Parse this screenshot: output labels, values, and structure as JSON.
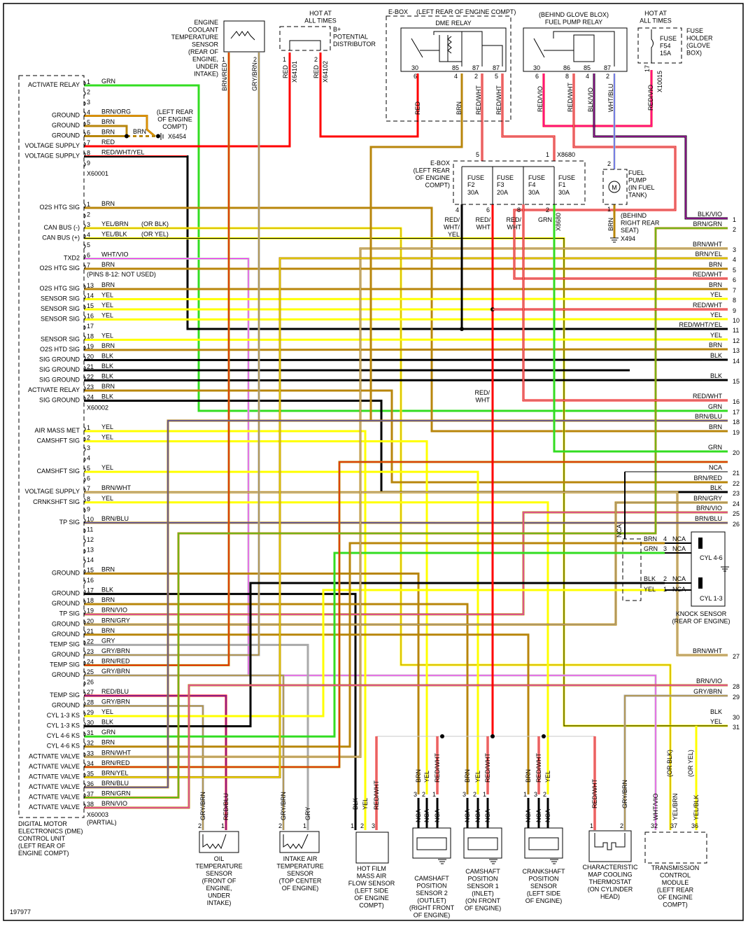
{
  "figure_id": "197977",
  "wire_colors": {
    "GRN": "#33dd22",
    "BRN": "#b8860b",
    "RED": "#ff0000",
    "YEL": "#ffff00",
    "BLK": "#000000",
    "BLU": "#2233ff",
    "VIO": "#ff22ff",
    "WHT": "#c8c8c8",
    "GRY": "#aaaaaa",
    "ORG": "#ff9900"
  },
  "ecu": {
    "label": [
      "DIGITAL MOTOR",
      "ELECTRONICS (DME)",
      "CONTROL UNIT",
      "(LEFT REAR OF",
      "ENGINE COMPT)"
    ]
  },
  "connectors": [
    {
      "id": "X60001",
      "pins": [
        {
          "n": "1",
          "func": "ACTIVATE RELAY",
          "wire": "GRN"
        },
        {
          "n": "2",
          "func": "",
          "wire": ""
        },
        {
          "n": "3",
          "func": "",
          "wire": ""
        },
        {
          "n": "4",
          "func": "GROUND",
          "wire": "BRN/ORG"
        },
        {
          "n": "5",
          "func": "GROUND",
          "wire": "BRN"
        },
        {
          "n": "6",
          "func": "GROUND",
          "wire": "BRN"
        },
        {
          "n": "7",
          "func": "VOLTAGE SUPPLY",
          "wire": "RED"
        },
        {
          "n": "8",
          "func": "VOLTAGE SUPPLY",
          "wire": "RED/WHT/YEL"
        },
        {
          "n": "9",
          "func": "",
          "wire": ""
        }
      ]
    },
    {
      "id": "X60002",
      "note": "(PINS 8-12: NOT USED)",
      "pins": [
        {
          "n": "1",
          "func": "O2S HTG SIG",
          "wire": "BRN"
        },
        {
          "n": "2",
          "func": "",
          "wire": ""
        },
        {
          "n": "3",
          "func": "CAN BUS (-)",
          "wire": "YEL/BRN",
          "alt": "(OR BLK)"
        },
        {
          "n": "4",
          "func": "CAN BUS (+)",
          "wire": "YEL/BLK",
          "alt": "(OR YEL)"
        },
        {
          "n": "5",
          "func": "",
          "wire": ""
        },
        {
          "n": "6",
          "func": "TXD2",
          "wire": "WHT/VIO"
        },
        {
          "n": "7",
          "func": "O2S HTG SIG",
          "wire": "BRN"
        },
        {
          "n": "13",
          "func": "O2S HTG SIG",
          "wire": "BRN"
        },
        {
          "n": "14",
          "func": "SENSOR SIG",
          "wire": "YEL"
        },
        {
          "n": "15",
          "func": "SENSOR SIG",
          "wire": "YEL"
        },
        {
          "n": "16",
          "func": "SENSOR SIG",
          "wire": "YEL"
        },
        {
          "n": "17",
          "func": "",
          "wire": ""
        },
        {
          "n": "18",
          "func": "SENSOR SIG",
          "wire": "YEL"
        },
        {
          "n": "19",
          "func": "O2S HTD SIG",
          "wire": "BRN"
        },
        {
          "n": "20",
          "func": "SIG GROUND",
          "wire": "BLK"
        },
        {
          "n": "21",
          "func": "SIG GROUND",
          "wire": "BLK"
        },
        {
          "n": "22",
          "func": "SIG GROUND",
          "wire": "BLK"
        },
        {
          "n": "23",
          "func": "ACTIVATE RELAY",
          "wire": "BRN"
        },
        {
          "n": "24",
          "func": "SIG GROUND",
          "wire": "BLK"
        }
      ]
    },
    {
      "id": "X60003",
      "suffix": "(PARTIAL)",
      "pins": [
        {
          "n": "1",
          "func": "AIR MASS MET",
          "wire": "YEL"
        },
        {
          "n": "2",
          "func": "CAMSHFT SIG",
          "wire": "YEL"
        },
        {
          "n": "3",
          "func": "",
          "wire": ""
        },
        {
          "n": "4",
          "func": "",
          "wire": ""
        },
        {
          "n": "5",
          "func": "CAMSHFT SIG",
          "wire": "YEL"
        },
        {
          "n": "6",
          "func": "",
          "wire": ""
        },
        {
          "n": "7",
          "func": "VOLTAGE SUPPLY",
          "wire": "BRN/WHT"
        },
        {
          "n": "8",
          "func": "CRNKSHFT SIG",
          "wire": "YEL"
        },
        {
          "n": "9",
          "func": "",
          "wire": ""
        },
        {
          "n": "10",
          "func": "TP SIG",
          "wire": "BRN/BLU"
        },
        {
          "n": "11",
          "func": "",
          "wire": ""
        },
        {
          "n": "12",
          "func": "",
          "wire": ""
        },
        {
          "n": "13",
          "func": "",
          "wire": ""
        },
        {
          "n": "14",
          "func": "",
          "wire": ""
        },
        {
          "n": "15",
          "func": "GROUND",
          "wire": "BRN"
        },
        {
          "n": "16",
          "func": "",
          "wire": ""
        },
        {
          "n": "17",
          "func": "GROUND",
          "wire": "BLK"
        },
        {
          "n": "18",
          "func": "GROUND",
          "wire": "BRN"
        },
        {
          "n": "19",
          "func": "TP SIG",
          "wire": "BRN/VIO"
        },
        {
          "n": "20",
          "func": "GROUND",
          "wire": "BRN/GRY"
        },
        {
          "n": "21",
          "func": "GROUND",
          "wire": "BRN"
        },
        {
          "n": "22",
          "func": "TEMP SIG",
          "wire": "GRY"
        },
        {
          "n": "23",
          "func": "GROUND",
          "wire": "GRY/BRN"
        },
        {
          "n": "24",
          "func": "TEMP SIG",
          "wire": "BRN/RED"
        },
        {
          "n": "25",
          "func": "GROUND",
          "wire": "GRY/BRN"
        },
        {
          "n": "26",
          "func": "",
          "wire": ""
        },
        {
          "n": "27",
          "func": "TEMP SIG",
          "wire": "RED/BLU"
        },
        {
          "n": "28",
          "func": "GROUND",
          "wire": "GRY/BRN"
        },
        {
          "n": "29",
          "func": "CYL 1-3 KS",
          "wire": "YEL"
        },
        {
          "n": "30",
          "func": "CYL 1-3 KS",
          "wire": "BLK"
        },
        {
          "n": "31",
          "func": "CYL 4-6 KS",
          "wire": "GRN"
        },
        {
          "n": "32",
          "func": "CYL 4-6 KS",
          "wire": "BRN"
        },
        {
          "n": "33",
          "func": "ACTIVATE VALVE",
          "wire": "BRN/WHT"
        },
        {
          "n": "34",
          "func": "ACTIVATE VALVE",
          "wire": "BRN/RED"
        },
        {
          "n": "35",
          "func": "ACTIVATE VALVE",
          "wire": "BRN/YEL"
        },
        {
          "n": "36",
          "func": "ACTIVATE VALVE",
          "wire": "BRN/BLU"
        },
        {
          "n": "37",
          "func": "ACTIVATE VALVE",
          "wire": "BRN/GRN"
        },
        {
          "n": "38",
          "func": "ACTIVATE VALVE",
          "wire": "BRN/VIO"
        }
      ]
    }
  ],
  "right_pins": [
    {
      "n": "1",
      "wire": "BLK/VIO"
    },
    {
      "n": "2",
      "wire": "BRN/GRN"
    },
    {
      "n": "3",
      "wire": "BRN/WHT"
    },
    {
      "n": "4",
      "wire": "BRN/YEL"
    },
    {
      "n": "5",
      "wire": "BRN"
    },
    {
      "n": "6",
      "wire": "RED/WHT"
    },
    {
      "n": "7",
      "wire": "BRN"
    },
    {
      "n": "8",
      "wire": "YEL"
    },
    {
      "n": "9",
      "wire": "RED/WHT"
    },
    {
      "n": "10",
      "wire": "YEL"
    },
    {
      "n": "11",
      "wire": "RED/WHT/YEL"
    },
    {
      "n": "12",
      "wire": "YEL"
    },
    {
      "n": "13",
      "wire": "BRN"
    },
    {
      "n": "14",
      "wire": "BLK"
    },
    {
      "n": "15",
      "wire": "BLK"
    },
    {
      "n": "16",
      "wire": "RED/WHT"
    },
    {
      "n": "17",
      "wire": "GRN"
    },
    {
      "n": "18",
      "wire": "BRN/BLU"
    },
    {
      "n": "19",
      "wire": "BRN"
    },
    {
      "n": "20",
      "wire": "GRN"
    },
    {
      "n": "21",
      "wire": "NCA"
    },
    {
      "n": "22",
      "wire": "BRN/RED"
    },
    {
      "n": "23",
      "wire": "BLK"
    },
    {
      "n": "24",
      "wire": "BRN/GRY"
    },
    {
      "n": "25",
      "wire": "BRN/VIO"
    },
    {
      "n": "26",
      "wire": "BRN/BLU"
    },
    {
      "n": "27",
      "wire": "BRN/WHT"
    },
    {
      "n": "28",
      "wire": "BRN/VIO"
    },
    {
      "n": "29",
      "wire": "GRY/BRN"
    },
    {
      "n": "30",
      "wire": "BLK"
    },
    {
      "n": "31",
      "wire": "YEL"
    }
  ],
  "components": {
    "ground_x6454": {
      "label": [
        "(LEFT REAR",
        "OF ENGINE",
        "COMPT)"
      ],
      "id": "X6454",
      "wire": "BRN"
    },
    "ect": {
      "label": [
        "ENGINE",
        "COOLANT",
        "TEMPERATURE",
        "SENSOR",
        "(REAR OF",
        "ENGINE,",
        "UNDER",
        "INTAKE)"
      ],
      "pins": [
        "1",
        "2"
      ],
      "wires": [
        "BRN/RED",
        "GRY/BRN"
      ]
    },
    "distributor": {
      "hot": [
        "HOT AT",
        "ALL TIMES"
      ],
      "label": [
        "B+",
        "POTENTIAL",
        "DISTRIBUTOR"
      ],
      "pins": [
        "1",
        "2"
      ],
      "ids": [
        "X64101",
        "X64102"
      ],
      "wires": [
        "RED",
        "RED"
      ]
    },
    "dme_relay": {
      "box": "E-BOX",
      "location": "(LEFT REAR OF ENGINE COMPT)",
      "title": "DME RELAY",
      "terminals": [
        "30",
        "85",
        "87",
        "87"
      ],
      "pins": [
        "6",
        "4",
        "2",
        "5"
      ],
      "wires": [
        "RED",
        "BRN",
        "RED/WHT",
        "RED/WHT"
      ]
    },
    "fuel_pump_relay": {
      "title": [
        "(BEHIND GLOVE BLOX)",
        "FUEL PUMP RELAY"
      ],
      "terminals": [
        "30",
        "86",
        "85",
        "87"
      ],
      "pins": [
        "6",
        "8",
        "4",
        "2"
      ],
      "wires": [
        "RED/VIO",
        "RED/WHT",
        "BLK/VIO",
        "WHT/BLU"
      ]
    },
    "fuse_holder": {
      "hot": [
        "HOT AT",
        "ALL TIMES"
      ],
      "fuse": [
        "FUSE",
        "F54",
        "15A"
      ],
      "label": [
        "FUSE",
        "HOLDER",
        "(GLOVE",
        "BOX)"
      ],
      "pin": "17",
      "id": "X10015",
      "wire": "RED/VIO"
    },
    "ebox_fuses": {
      "label": [
        "E-BOX",
        "(LEFT REAR",
        "OF ENGINE",
        "COMPT)"
      ],
      "top_pins": [
        "5",
        "1"
      ],
      "id": "X8680",
      "fuses": [
        {
          "name": "FUSE",
          "id": "F2",
          "amp": "30A"
        },
        {
          "name": "FUSE",
          "id": "F3",
          "amp": "20A"
        },
        {
          "name": "FUSE",
          "id": "F4",
          "amp": "30A"
        },
        {
          "name": "FUSE",
          "id": "F1",
          "amp": "30A"
        }
      ],
      "bottom_pins": [
        "4",
        "6",
        "8",
        "2"
      ],
      "wires": [
        [
          "RED/",
          "WHT/",
          "YEL"
        ],
        [
          "RED/",
          "WHT"
        ],
        [
          "RED/",
          "WHT"
        ],
        [
          "GRN"
        ]
      ]
    },
    "fuel_pump": {
      "label": [
        "FUEL",
        "PUMP",
        "(IN FUEL",
        "TANK)"
      ],
      "motor": "M",
      "pins": [
        "2",
        "1"
      ],
      "wire": "BRN",
      "ground": [
        "(BEHIND",
        "RIGHT REAR",
        "SEAT)"
      ],
      "ground_id": "X494"
    },
    "red_wht_label": [
      "RED/",
      "WHT"
    ],
    "knock": {
      "label": [
        "KNOCK SENSOR",
        "(REAR OF ENGINE)"
      ],
      "cyl": [
        "CYL 4-6",
        "CYL 1-3"
      ],
      "wires": [
        {
          "c": "BRN",
          "p": "4"
        },
        {
          "c": "GRN",
          "p": "3"
        },
        {
          "c": "BLK",
          "p": "2"
        },
        {
          "c": "YEL",
          "p": "1"
        }
      ],
      "nca": "NCA"
    },
    "oil": {
      "label": [
        "OIL",
        "TEMPERATURE",
        "SENSOR",
        "(FRONT OF",
        "ENGINE,",
        "UNDER",
        "INTAKE)"
      ],
      "pins": [
        "2",
        "1"
      ],
      "wires": [
        "GRY/BRN",
        "RED/BLU"
      ]
    },
    "iat": {
      "label": [
        "INTAKE AIR",
        "TEMPERATURE",
        "SENSOR",
        "(TOP CENTER",
        "OF ENGINE)"
      ],
      "pins": [
        "2",
        "1"
      ],
      "wires": [
        "GRY/BRN",
        "GRY"
      ]
    },
    "maf": {
      "label": [
        "HOT FILM",
        "MASS AIR",
        "FLOW SENSOR",
        "(LEFT SIDE",
        "OF ENGINE",
        "COMPT)"
      ],
      "pins": [
        "1",
        "2",
        "3"
      ],
      "wires": [
        "BLK",
        "YEL",
        "RED/WHT"
      ]
    },
    "cam2": {
      "label": [
        "CAMSHAFT",
        "POSITION",
        "SENSOR 2",
        "(OUTLET)",
        "(RIGHT FRONT",
        "OF ENGINE)"
      ],
      "pins": [
        "3",
        "2",
        "1"
      ],
      "wires": [
        "BRN",
        "YEL",
        "RED/WHT"
      ]
    },
    "cam1": {
      "label": [
        "CAMSHAFT",
        "POSITION",
        "SENSOR 1",
        "(INLET)",
        "(ON FRONT",
        "OF ENGINE)"
      ],
      "pins": [
        "3",
        "2",
        "1"
      ],
      "wires": [
        "BRN",
        "YEL",
        "RED/WHT"
      ]
    },
    "crank": {
      "label": [
        "CRANKSHAFT",
        "POSITION",
        "SENSOR",
        "(LEFT SIDE",
        "OF ENGINE)"
      ],
      "pins": [
        "1",
        "3",
        "2"
      ],
      "wires": [
        "BRN",
        "RED/WHT",
        "YEL"
      ]
    },
    "thermostat": {
      "label": [
        "CHARACTERISTIC",
        "MAP COOLING",
        "THERMOSTAT",
        "(ON CYLINDER",
        "HEAD)"
      ],
      "pins": [
        "1",
        "2"
      ],
      "wires": [
        "RED/WHT",
        "GRY/BRN"
      ]
    },
    "tcm": {
      "label": [
        "TRANSMISSION",
        "CONTROL",
        "MODULE",
        "(LEFT REAR",
        "OF ENGINE",
        "COMPT)"
      ],
      "pins": [
        "32",
        "37",
        "36"
      ],
      "wires": [
        "WHT/VIO",
        "YEL/BRN",
        "YEL/BLK"
      ],
      "alts": [
        "(OR BLK)",
        "(OR YEL)"
      ]
    }
  }
}
